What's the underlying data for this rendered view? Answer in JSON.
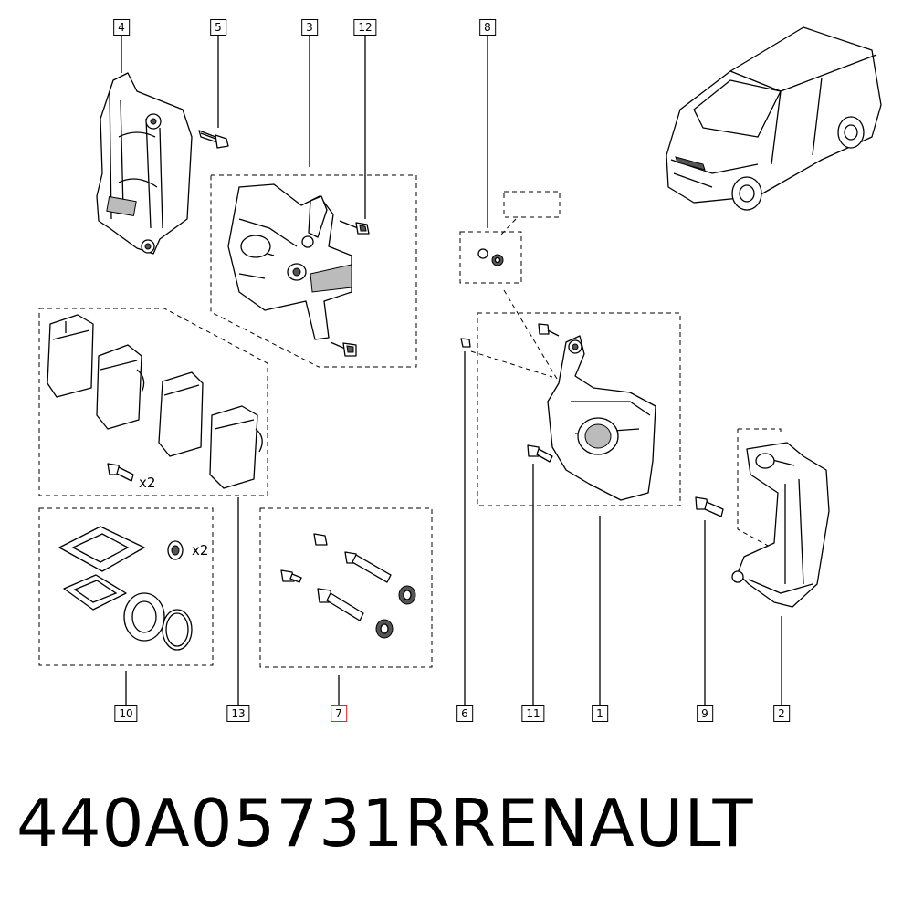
{
  "diagram": {
    "callouts": {
      "c1": "1",
      "c2": "2",
      "c3": "3",
      "c4": "4",
      "c5": "5",
      "c6": "6",
      "c7": "7",
      "c8": "8",
      "c9": "9",
      "c10": "10",
      "c11": "11",
      "c12": "12",
      "c13": "13"
    },
    "quantities": {
      "pads_bolt": "x2",
      "seal_kit": "x2"
    }
  },
  "footer": {
    "part_number": "440A05731R",
    "brand": "RENAULT"
  },
  "colors": {
    "line": "#000000",
    "highlight": "#e0222a",
    "background": "#ffffff"
  }
}
